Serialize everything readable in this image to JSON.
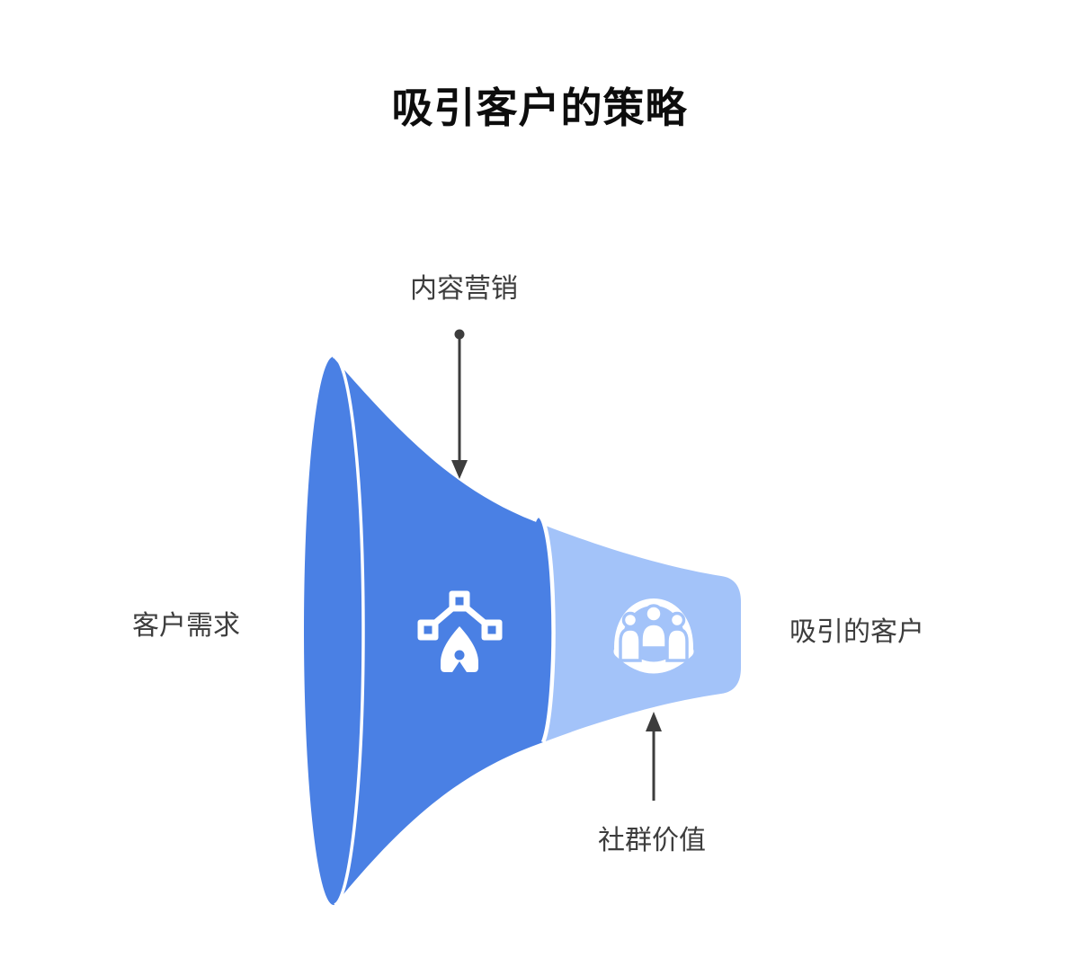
{
  "title": "吸引客户的策略",
  "diagram": {
    "type": "horizontal-funnel",
    "input_label": "客户需求",
    "output_label": "吸引的客户",
    "stages": [
      {
        "label": "内容营销",
        "icon": "pen-tool-sitemap-icon",
        "color": "#4A80E4"
      },
      {
        "label": "社群价值",
        "icon": "community-group-icon",
        "color": "#A3C3F9"
      }
    ]
  },
  "colors": {
    "background": "#FFFFFF",
    "funnel_dark": "#4A80E4",
    "funnel_light": "#A3C3F9",
    "rim_line": "#FFFFFF",
    "icon_fill": "#FFFFFF",
    "arrow": "#3D3D3D",
    "label_text": "#3D3D3D",
    "title_text": "#0D0D0D"
  }
}
